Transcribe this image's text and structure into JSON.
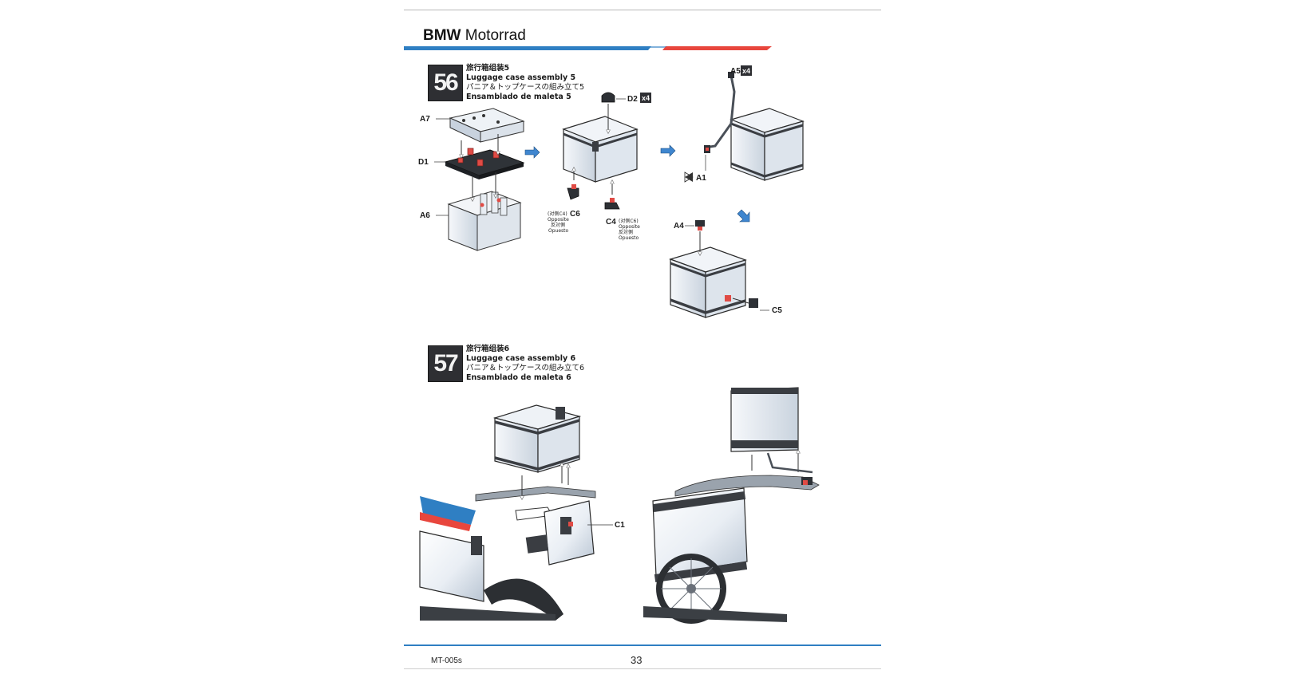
{
  "header": {
    "brand_bold": "BMW",
    "brand_light": "Motorrad"
  },
  "steps": [
    {
      "number": "56",
      "title_cn": "旅行箱组装5",
      "title_en": "Luggage case assembly 5",
      "title_jp": "パニア＆トップケースの組み立て5",
      "title_es": "Ensamblado de maleta 5"
    },
    {
      "number": "57",
      "title_cn": "旅行箱组装6",
      "title_en": "Luggage case assembly 6",
      "title_jp": "パニア＆トップケースの組み立て6",
      "title_es": "Ensamblado de maleta 6"
    }
  ],
  "part_labels": {
    "a7": "A7",
    "d1": "D1",
    "a6": "A6",
    "d2": "D2",
    "x4": "x4",
    "c6": "C6",
    "c4": "C4",
    "a5": "A5",
    "a1": "A1",
    "a4": "A4",
    "c5": "C5",
    "c1": "C1"
  },
  "notes": {
    "c6_prefix": "(对侧C4)",
    "c6_opposite": "Opposite",
    "c6_jp": "反対側",
    "c6_es": "Opuesto",
    "c4_prefix": "(对侧C6)",
    "c4_opposite": "Opposite",
    "c4_jp": "反対側",
    "c4_es": "Opuesto"
  },
  "footer": {
    "code": "MT-005s",
    "page": "33"
  },
  "colors": {
    "stripe_blue": "#2f7fc3",
    "stripe_red": "#e8463d",
    "arrow_blue": "#3f86cf",
    "badge": "#2e2f33"
  }
}
